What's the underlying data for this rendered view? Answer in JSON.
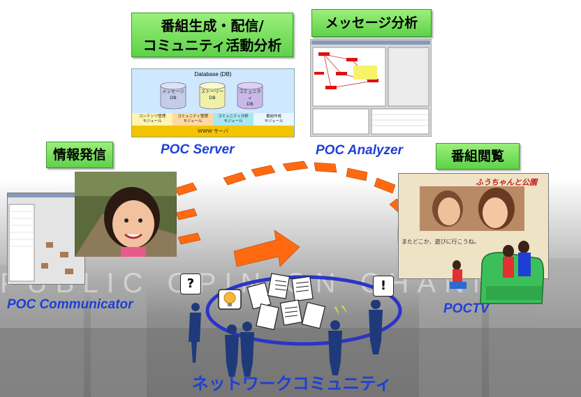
{
  "labels": {
    "server_box_line1": "番組生成・配信/",
    "server_box_line2": "コミュニティ活動分析",
    "message_analysis": "メッセージ分析",
    "info_send": "情報発信",
    "program_view": "番組閲覧",
    "poc_server": "POC Server",
    "poc_analyzer": "POC Analyzer",
    "poc_communicator": "POC Communicator",
    "poctv": "POCTV",
    "network_community": "ネットワークコミュニティ",
    "background_text": "PUBLIC OPINION CHANNEL"
  },
  "database": {
    "title": "Database (DB)",
    "cylinders": [
      {
        "line1": "メッセージ",
        "line2": "DB"
      },
      {
        "line1": "ストーリー",
        "line2": "DB"
      },
      {
        "line1": "コミュニティ",
        "line2": "DB"
      }
    ],
    "modules": [
      {
        "line1": "コンテンツ管理",
        "line2": "モジュール"
      },
      {
        "line1": "コミュニティ管理",
        "line2": "モジュール"
      },
      {
        "line1": "コミュニティ分析",
        "line2": "モジュール"
      },
      {
        "line1": "番組作成",
        "line2": "モジュール"
      }
    ],
    "web": "WWW サーバ"
  },
  "poctv_screen": {
    "title": "ふうちゃんと公園",
    "caption": "またどこか、遊びに行こうね。"
  },
  "bubbles": {
    "question": "?",
    "exclaim": "!"
  },
  "colors": {
    "accent_blue": "#1e3fd6",
    "green_box": "#6fdc55",
    "arrow_orange": "#ff6a10"
  }
}
